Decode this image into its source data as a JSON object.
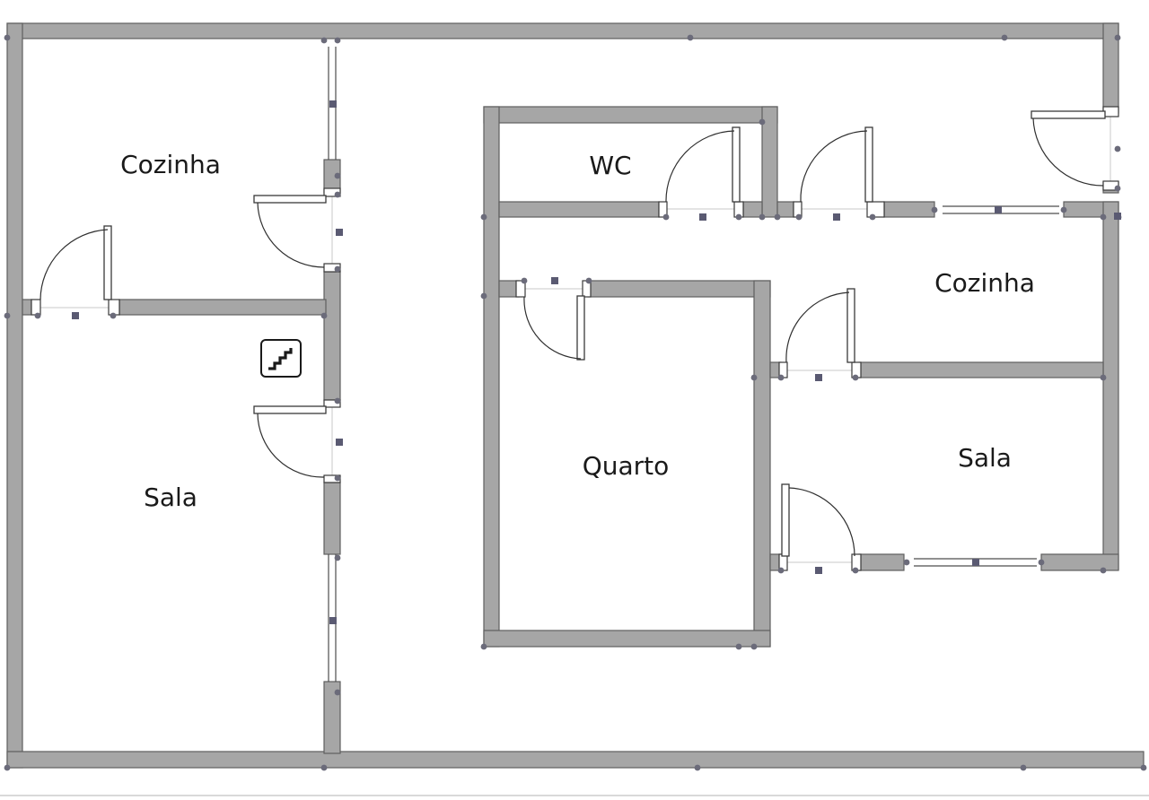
{
  "rooms": {
    "left_cozinha": "Cozinha",
    "left_sala": "Sala",
    "wc": "WC",
    "right_cozinha": "Cozinha",
    "quarto": "Quarto",
    "right_sala": "Sala"
  },
  "icons": {
    "stairs": "stairs-icon"
  }
}
